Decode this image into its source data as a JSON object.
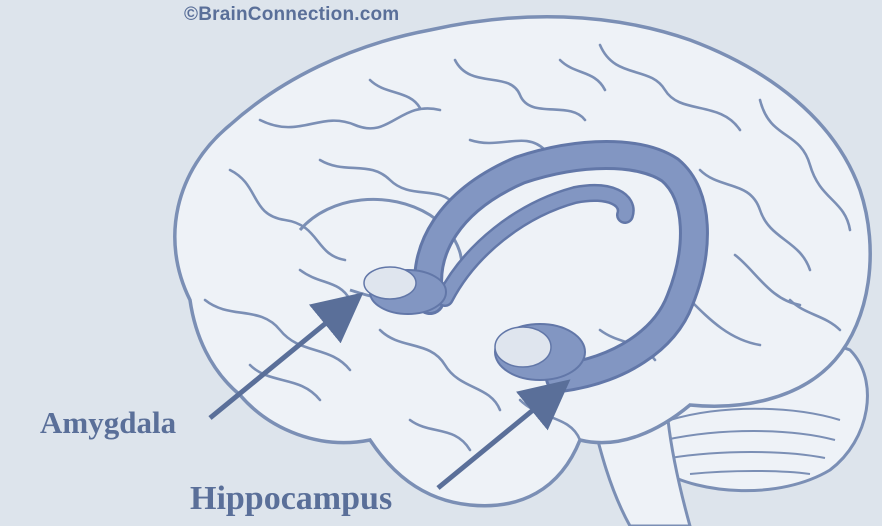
{
  "copyright": "©BrainConnection.com",
  "labels": {
    "amygdala": "Amygdala",
    "hippocampus": "Hippocampus"
  },
  "colors": {
    "background": "#dde4ec",
    "outline": "#7b8fb5",
    "fill_light": "#eef2f7",
    "limbic_fill": "#8296c2",
    "limbic_dark": "#6277a8",
    "label_text": "#5a6f99",
    "arrow": "#5a6f99"
  }
}
